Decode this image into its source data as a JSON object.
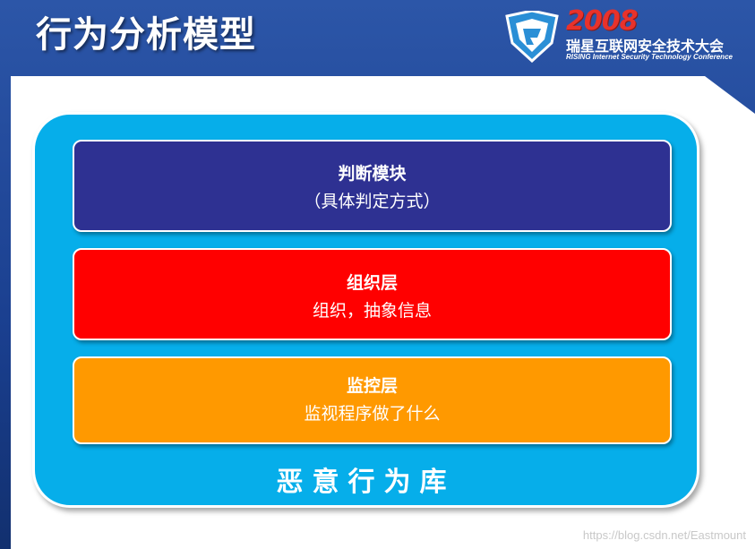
{
  "slide": {
    "title": "行为分析模型"
  },
  "logo": {
    "year": "2008",
    "name": "瑞星互联网安全技术大会",
    "name_en": "RISING Internet Security Technology Conference",
    "colors": {
      "year": "#e8322b",
      "emblem": "#2a8fd6"
    }
  },
  "diagram": {
    "layers": [
      {
        "title": "判断模块",
        "desc": "（具体判定方式）",
        "color": "#2e3192"
      },
      {
        "title": "组织层",
        "desc": "组织，抽象信息",
        "color": "#ff0000"
      },
      {
        "title": "监控层",
        "desc": "监视程序做了什么",
        "color": "#ff9900"
      }
    ],
    "base_label": "恶意行为库",
    "base_color": "#06aeea"
  },
  "watermark": "https://blog.csdn.net/Eastmount"
}
